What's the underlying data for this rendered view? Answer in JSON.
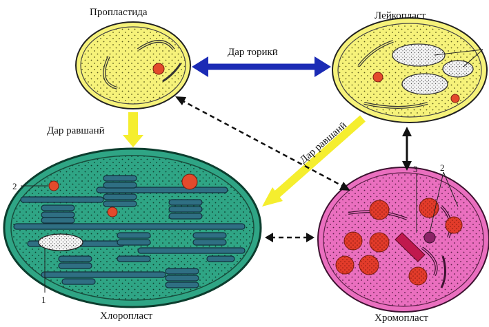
{
  "labels": {
    "proplastid": "Пропластида",
    "leucoplast": "Лейкопласт",
    "chloroplast": "Хлоропласт",
    "chromoplast": "Хромопласт",
    "dark": "Дар торикӣ",
    "light_left": "Дар равшанӣ",
    "light_diag": "Дар равшанӣ"
  },
  "numbers": {
    "n1": "1",
    "n2_left": "2",
    "n2_right": "2",
    "n3": "3"
  },
  "colors": {
    "proplastid_fill": "#f6f27a",
    "leucoplast_fill": "#f6f27a",
    "chloroplast_fill": "#2fa585",
    "chromoplast_fill": "#ea6fbf",
    "thylakoid": "#2f6f83",
    "globule": "#e34a2c",
    "dark_arrow": "#1b2bb5",
    "light_arrow": "#f5ee2e",
    "black_arrow": "#111111"
  }
}
